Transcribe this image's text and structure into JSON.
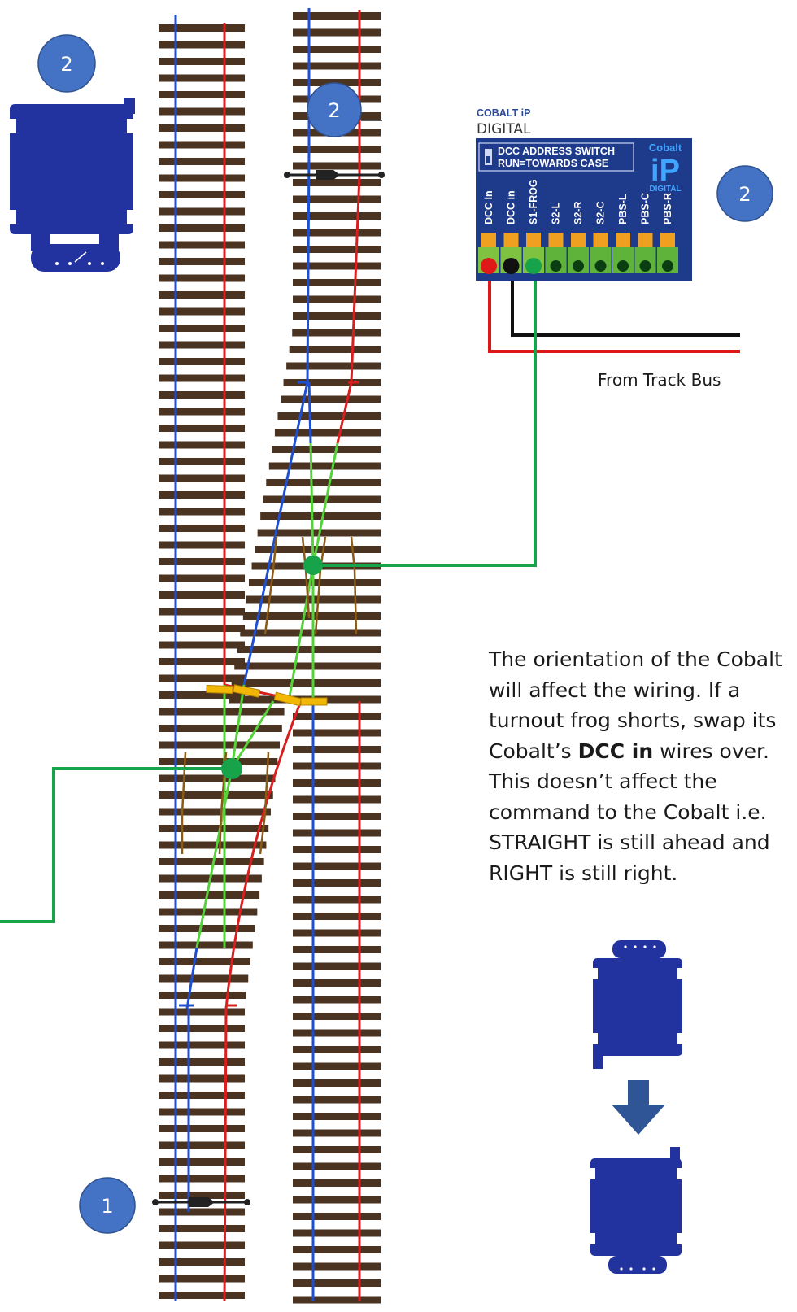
{
  "markers": [
    {
      "label": "2"
    },
    {
      "label": "2"
    },
    {
      "label": "2"
    },
    {
      "label": "1"
    }
  ],
  "cobalt_board": {
    "brand": "COBALT iP",
    "subtitle": "DIGITAL",
    "switch_line1": "DCC ADDRESS SWITCH",
    "switch_line2": "RUN=TOWARDS CASE",
    "logo_top": "Cobalt",
    "logo_mid": "iP",
    "logo_bottom": "DIGITAL",
    "terminals": [
      "DCC in",
      "DCC in",
      "S1-FROG",
      "S2-L",
      "S2-R",
      "S2-C",
      "PBS-L",
      "PBS-C",
      "PBS-R"
    ]
  },
  "bus_label": "From Track Bus",
  "caption": {
    "part1": "The orientation of the Cobalt will affect the wiring. If a turnout frog shorts, swap its Cobalt’s ",
    "bold": "DCC in",
    "part2": " wires over. This doesn’t affect the command to the Cobalt i.e. STRAIGHT is still ahead and RIGHT is still right."
  },
  "colors": {
    "tie": "#4a3321",
    "rail_left": "#1f4fd1",
    "rail_right": "#d81e1e",
    "frog_wire": "#16a34a",
    "frog_rail": "#55d23a",
    "servo": "#2233a0",
    "board": "#1e3a8a",
    "marker": "#4472c4",
    "arrow": "#2f5597"
  }
}
